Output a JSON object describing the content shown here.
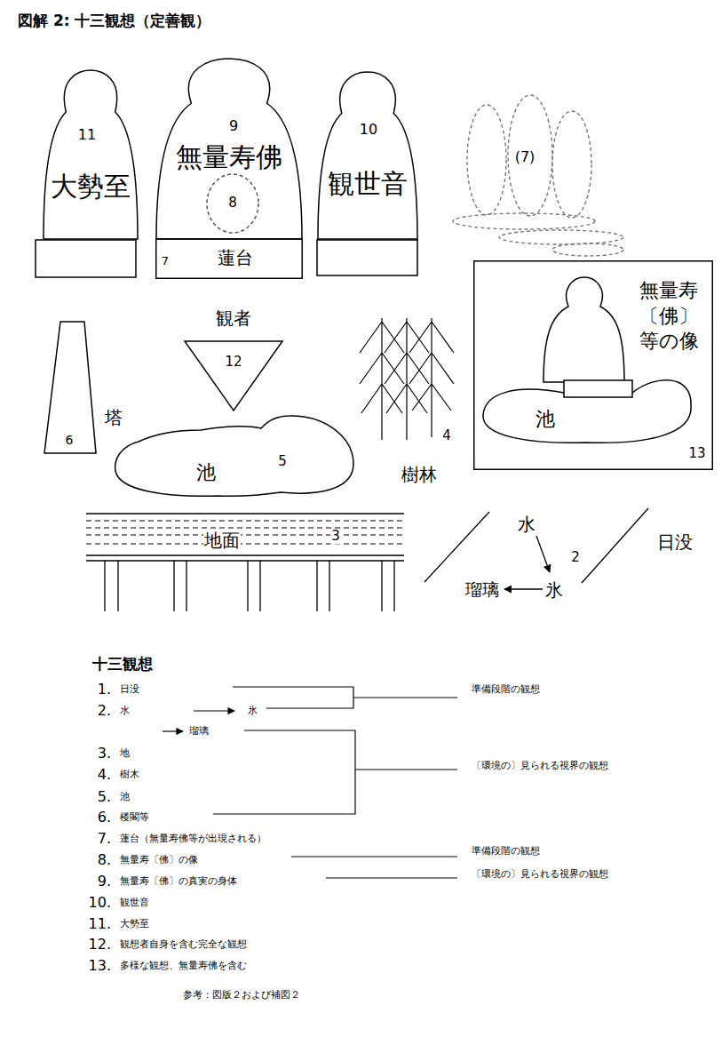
{
  "diagram": {
    "title": "図解 2: 十三観想（定善観）",
    "caption": "参考：図版２および補図２",
    "nodes": [
      {
        "text": [
          "11",
          "大勢至"
        ]
      },
      {
        "text": [
          "9",
          "無量寿佛"
        ]
      },
      {
        "text": [
          "8"
        ],
        "in": 1
      },
      {
        "text": [
          "7",
          "蓮台"
        ]
      },
      {
        "text": [
          "10",
          "観世音"
        ]
      },
      {
        "text": [
          "6",
          "塔"
        ]
      },
      {
        "text": [
          "観者",
          "12"
        ]
      },
      {
        "text": [
          "池",
          "5"
        ]
      },
      {
        "text": [
          "無量寿〔佛〕等の像",
          "13"
        ]
      },
      {
        "text": [
          "池"
        ],
        "in": 8
      }
    ],
    "labels": [
      "(7)",
      "4",
      "樹林",
      "地面",
      "3",
      "水",
      "氷",
      "瑠璃",
      "2",
      "日没",
      "十三観想",
      "1.",
      "日没",
      "2.",
      "水",
      "氷",
      "瑠璃",
      "3.",
      "地",
      "4.",
      "樹木",
      "5.",
      "池",
      "6.",
      "楼閣等",
      "7.",
      "蓮台（無量寿佛等が出現される）",
      "8.",
      "無量寿〔佛〕の像",
      "9.",
      "無量寿〔佛〕の真実の身体",
      "10.",
      "観世音",
      "11.",
      "大勢至",
      "12.",
      "観想者自身を含む完全な観想",
      "13.",
      "多様な観想、無量寿佛を含む",
      "準備段階の観想",
      "〔環境の〕見られる視界の観想",
      "準備段階の観想",
      "〔環境の〕見られる視界の観想"
    ]
  }
}
